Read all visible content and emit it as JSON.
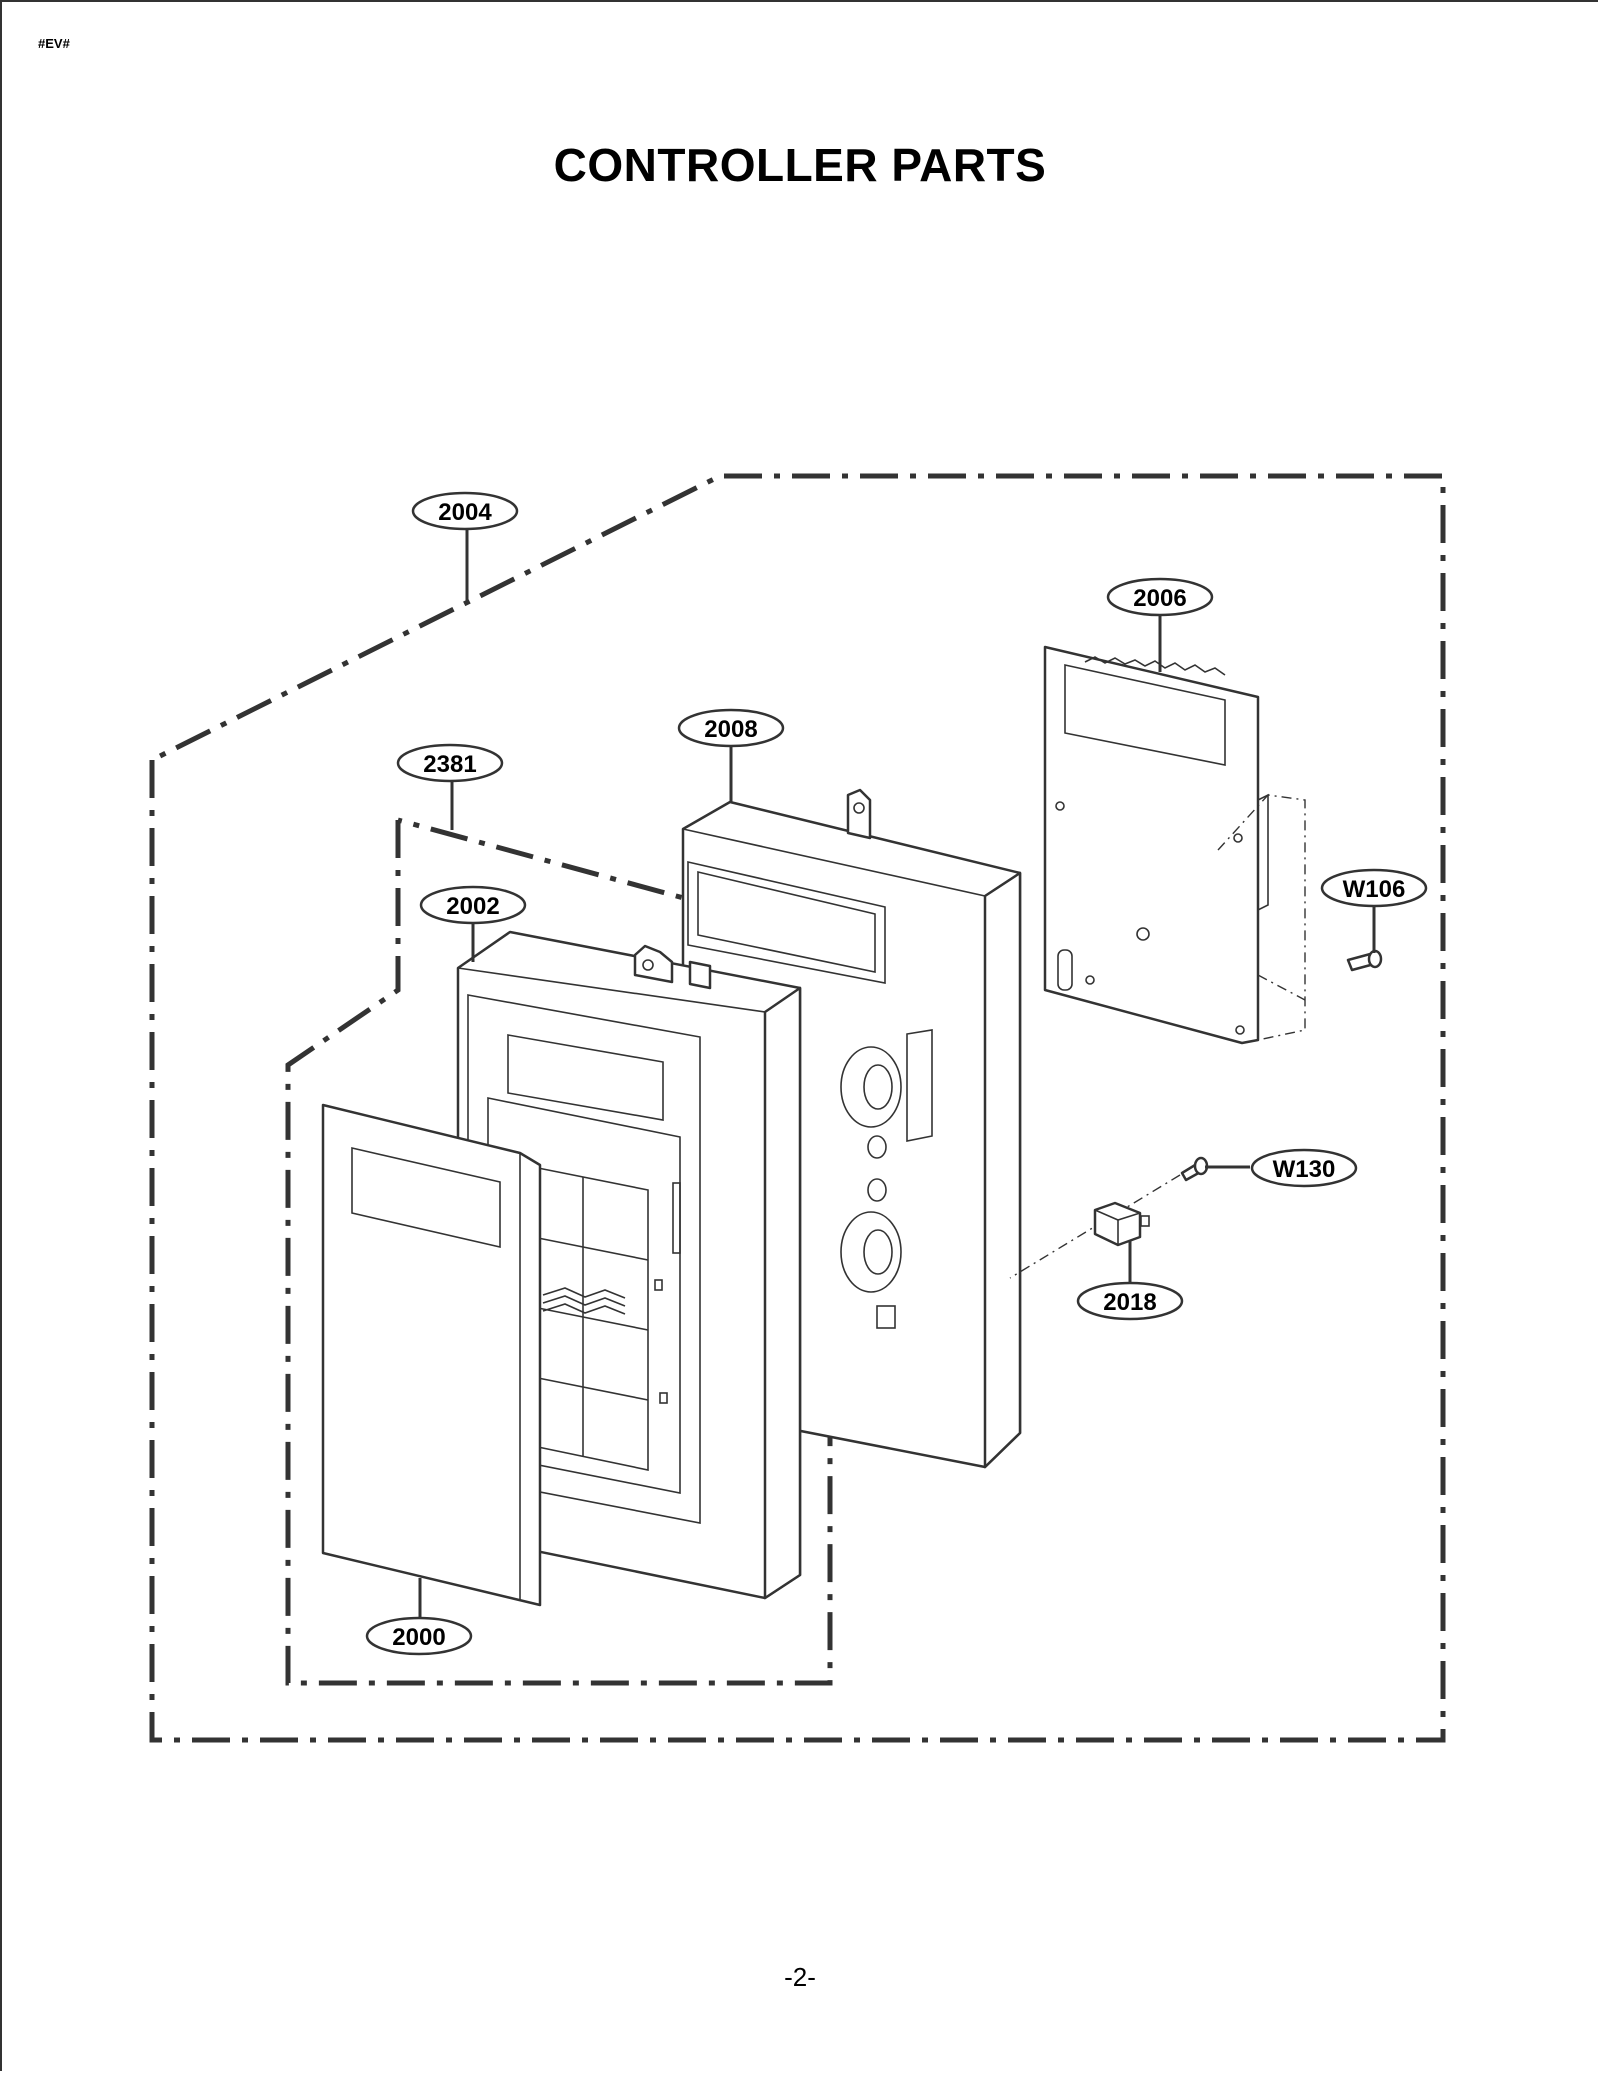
{
  "header": {
    "tag": "#EV#",
    "title": "CONTROLLER PARTS"
  },
  "footer": {
    "page_number": "-2-"
  },
  "callouts": {
    "c2004": "2004",
    "c2006": "2006",
    "c2008": "2008",
    "c2381": "2381",
    "c2002": "2002",
    "c2000": "2000",
    "cW106": "W106",
    "cW130": "W130",
    "c2018": "2018"
  }
}
